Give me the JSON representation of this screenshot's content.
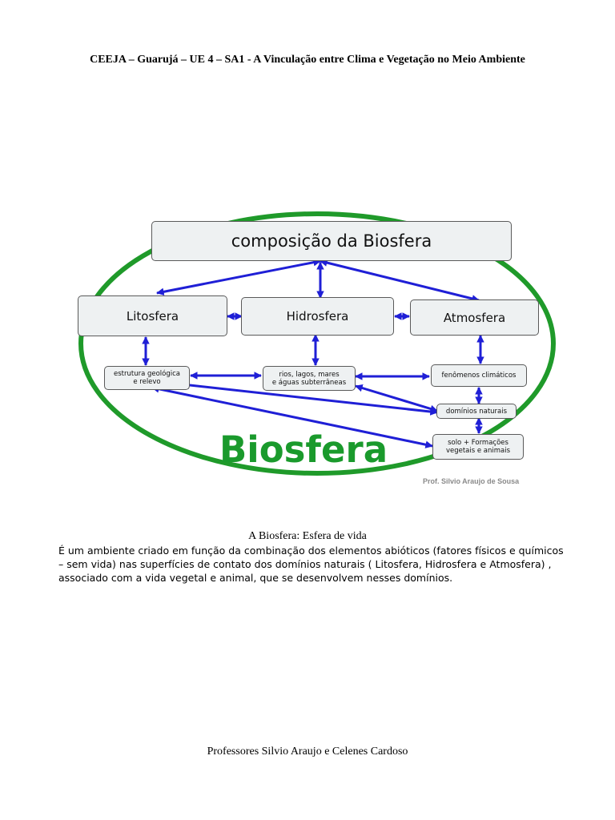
{
  "header": {
    "title": "CEEJA – Guarujá – UE 4 – SA1 -  A Vinculação entre Clima e Vegetação no Meio Ambiente"
  },
  "diagram": {
    "top_box": "composição da Biosfera",
    "level1": {
      "litosfera": "Litosfera",
      "hidrosfera": "Hidrosfera",
      "atmosfera": "Atmosfera"
    },
    "level2": {
      "estrutura": [
        "estrutura geológica",
        "e relevo"
      ],
      "rios": [
        "rios, lagos, mares",
        "e águas subterrâneas"
      ],
      "fenomenos": "fenômenos climáticos",
      "dominios": "domínios naturais",
      "solo": [
        "solo + Formações",
        "vegetais e animais"
      ]
    },
    "biosfera_label": "Biosfera",
    "credit": "Prof. Silvio Araujo de Sousa",
    "colors": {
      "ellipse": "#1f9a2a",
      "arrows": "#1f1fd6",
      "box_fill": "#eef1f2",
      "biosfera_text": "#1a9a2c"
    }
  },
  "caption": "A Biosfera: Esfera de vida",
  "body_lines": [
    "É um ambiente criado em função da combinação dos elementos abióticos (fatores físicos e químicos",
    "– sem vida) nas superfícies de contato dos domínios naturais ( Litosfera, Hidrosfera e Atmosfera) ,",
    "associado com a vida  vegetal e animal, que se desenvolvem nesses domínios."
  ],
  "footer": "Professores Silvio Araujo e Celenes Cardoso"
}
